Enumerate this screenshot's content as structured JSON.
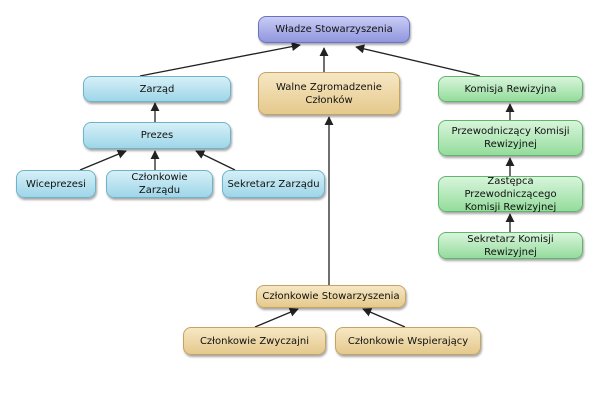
{
  "colors": {
    "top": "#8f96de",
    "board": "#9ed6e8",
    "assembly": "#e5c98c",
    "audit": "#94dc9c",
    "connector": "#222222"
  },
  "nodes": {
    "wladze": "Władze Stowarzyszenia",
    "zarzad": "Zarząd",
    "prezes": "Prezes",
    "wiceprezesi": "Wiceprezesi",
    "czlonkowie_zarzadu": "Członkowie Zarządu",
    "sekretarz_zarzadu": "Sekretarz Zarządu",
    "walne_line1": "Walne Zgromadzenie",
    "walne_line2": "Członków",
    "komisja": "Komisja Rewizyjna",
    "przewodniczacy_line1": "Przewodniczący Komisji",
    "przewodniczacy_line2": "Rewizyjnej",
    "zastepca_line1": "Zastępca Przewodniczącego",
    "zastepca_line2": "Komisji Rewizyjnej",
    "sekretarz_komisji": "Sekretarz Komisji Rewizyjnej",
    "czlonkowie_stow": "Członkowie Stowarzyszenia",
    "czlonkowie_zwyczajni": "Członkowie Zwyczajni",
    "czlonkowie_wspierajacy": "Członkowie Wspierający"
  }
}
